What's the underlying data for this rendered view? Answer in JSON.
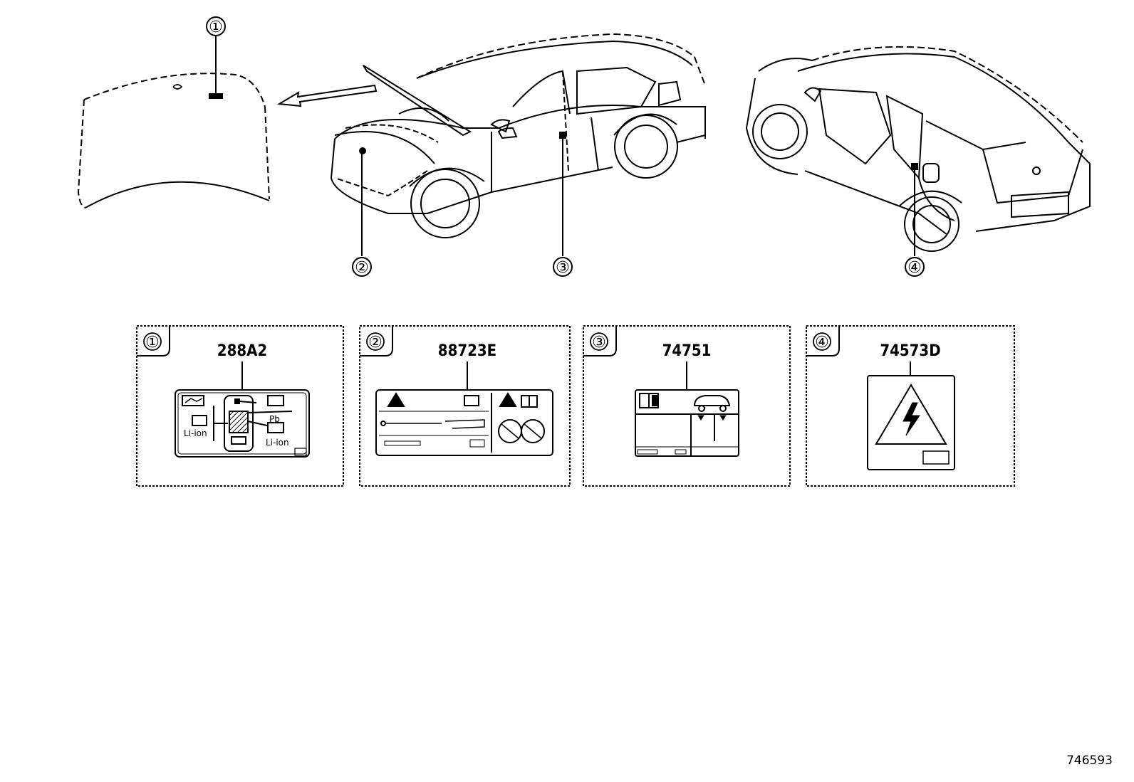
{
  "figure_number": "746593",
  "callouts": [
    {
      "num": "①"
    },
    {
      "num": "②"
    },
    {
      "num": "③"
    },
    {
      "num": "④"
    }
  ],
  "labels": [
    {
      "num": "①",
      "part_number": "288A2",
      "texts": {
        "pb": "Pb",
        "li_ion_left": "Li-ion",
        "li_ion_right": "Li-ion"
      }
    },
    {
      "num": "②",
      "part_number": "88723E"
    },
    {
      "num": "③",
      "part_number": "74751"
    },
    {
      "num": "④",
      "part_number": "74573D"
    }
  ],
  "icons": [
    "warning-triangle-icon",
    "battery-icon",
    "manual-book-icon",
    "vehicle-icon",
    "high-voltage-icon"
  ]
}
